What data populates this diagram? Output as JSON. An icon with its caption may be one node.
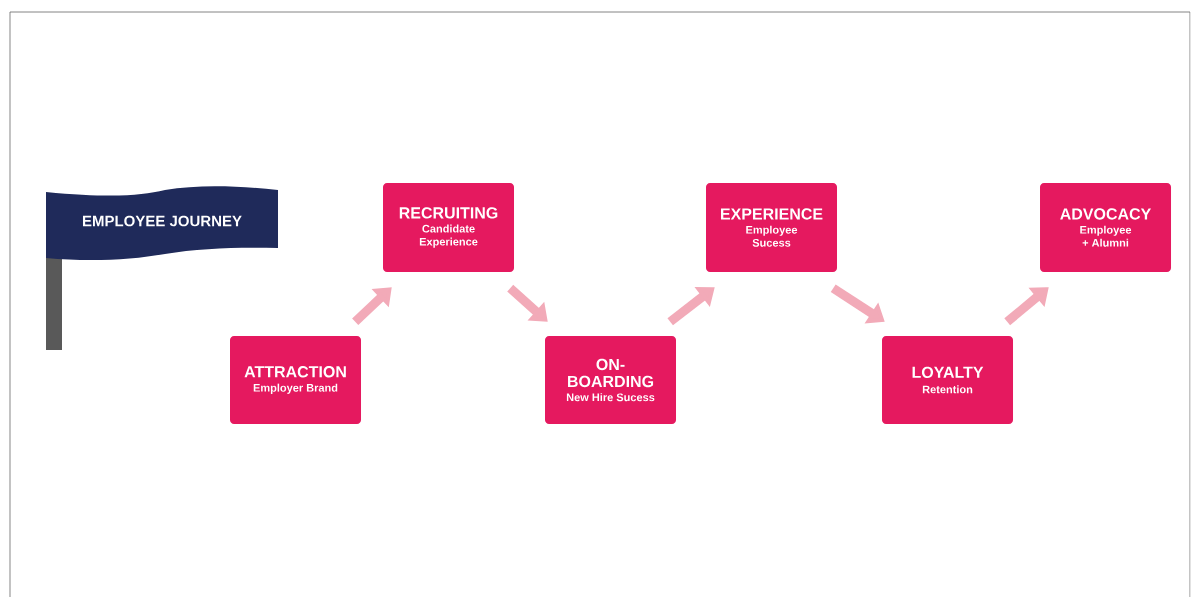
{
  "diagram": {
    "nodes": [
      {
        "text": [
          "EMPLOYEE JOURNEY"
        ]
      },
      {
        "text": [
          "ATTRACTION",
          "Employer Brand"
        ]
      },
      {
        "text": [
          "RECRUITING",
          "Candidate Experience"
        ]
      },
      {
        "text": [
          "ON- BOARDING",
          "New Hire Sucess"
        ]
      },
      {
        "text": [
          "EXPERIENCE",
          "Employee Sucess"
        ]
      },
      {
        "text": [
          "LOYALTY",
          "Retention"
        ]
      },
      {
        "text": [
          "ADVOCACY",
          "Employee + Alumni"
        ]
      }
    ],
    "edges": [
      {
        "from": 1,
        "to": 2,
        "arrow": "to"
      },
      {
        "from": 2,
        "to": 3,
        "arrow": "to"
      },
      {
        "from": 3,
        "to": 4,
        "arrow": "to"
      },
      {
        "from": 4,
        "to": 5,
        "arrow": "to"
      },
      {
        "from": 5,
        "to": 6,
        "arrow": "to"
      }
    ]
  }
}
